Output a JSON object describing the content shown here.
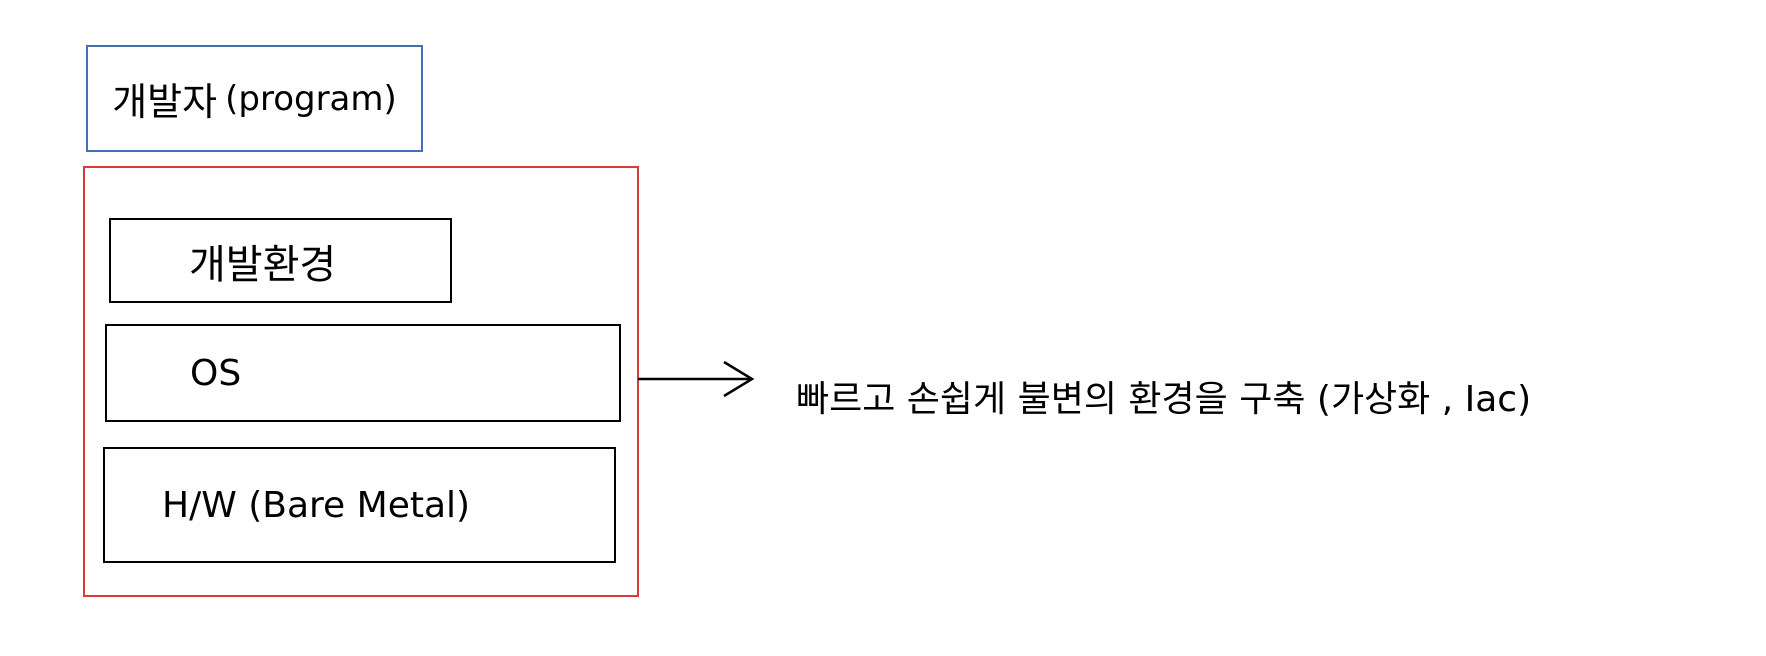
{
  "developer": {
    "label": "개발자",
    "sub": "(program)"
  },
  "stack": {
    "dev_environment": "개발환경",
    "os": "OS",
    "hardware": "H/W (Bare Metal)"
  },
  "result": {
    "text": "빠르고 손쉽게 불변의 환경을 구축 (가상화 , Iac)"
  },
  "colors": {
    "developer_border": "#4a6fb0",
    "container_border": "#d93a3a",
    "stack_border": "#000000"
  }
}
